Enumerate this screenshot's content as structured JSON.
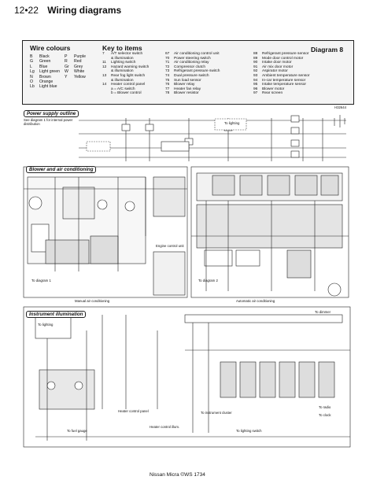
{
  "header": {
    "page_number": "12•22",
    "title": "Wiring diagrams"
  },
  "wire_colours": {
    "title": "Wire colours",
    "left": [
      {
        "code": "B",
        "name": "Black"
      },
      {
        "code": "G",
        "name": "Green"
      },
      {
        "code": "L",
        "name": "Blue"
      },
      {
        "code": "Lg",
        "name": "Light green"
      },
      {
        "code": "N",
        "name": "Brown"
      },
      {
        "code": "O",
        "name": "Orange"
      },
      {
        "code": "Lb",
        "name": "Light blue"
      }
    ],
    "right": [
      {
        "code": "P",
        "name": "Purple"
      },
      {
        "code": "R",
        "name": "Red"
      },
      {
        "code": "Gr",
        "name": "Grey"
      },
      {
        "code": "W",
        "name": "White"
      },
      {
        "code": "Y",
        "name": "Yellow"
      }
    ]
  },
  "key": {
    "title": "Key to items",
    "diagram_label": "Diagram 8",
    "col1": [
      {
        "n": "7",
        "t": "A/T selector switch"
      },
      {
        "n": "",
        "t": "& illumination"
      },
      {
        "n": "11",
        "t": "Lighting switch"
      },
      {
        "n": "12",
        "t": "Hazard warning switch"
      },
      {
        "n": "",
        "t": "& illumination"
      },
      {
        "n": "13",
        "t": "Rear fog light switch"
      },
      {
        "n": "",
        "t": "& illumination"
      },
      {
        "n": "14",
        "t": "Heater control panel"
      },
      {
        "n": "",
        "t": "a = A/C switch"
      },
      {
        "n": "",
        "t": "b = Blower control"
      }
    ],
    "col2": [
      {
        "n": "67",
        "t": "Air conditioning control unit"
      },
      {
        "n": "70",
        "t": "Power steering switch"
      },
      {
        "n": "71",
        "t": "Air conditioning relay"
      },
      {
        "n": "72",
        "t": "Compressor clutch"
      },
      {
        "n": "73",
        "t": "Refrigerant pressure switch"
      },
      {
        "n": "74",
        "t": "Dual pressure switch"
      },
      {
        "n": "75",
        "t": "Sun load sensor"
      },
      {
        "n": "76",
        "t": "Blower relay"
      },
      {
        "n": "77",
        "t": "Heater fan relay"
      },
      {
        "n": "78",
        "t": "Blower resistor"
      }
    ],
    "col3": [
      {
        "n": "88",
        "t": "Refrigerant pressure sensor"
      },
      {
        "n": "89",
        "t": "Mode door control motor"
      },
      {
        "n": "90",
        "t": "Intake door motor"
      },
      {
        "n": "91",
        "t": "Air mix door motor"
      },
      {
        "n": "92",
        "t": "Aspirator motor"
      },
      {
        "n": "93",
        "t": "Ambient temperature sensor"
      },
      {
        "n": "94",
        "t": "In-car temperature sensor"
      },
      {
        "n": "95",
        "t": "Intake temperature sensor"
      },
      {
        "n": "96",
        "t": "Blower motor"
      },
      {
        "n": "97",
        "t": "Rear screen"
      }
    ],
    "ref_note": "H32644"
  },
  "sections": {
    "power_supply": "Power supply outline",
    "blower_ac": "Blower and air conditioning",
    "instrument": "Instrument illumination"
  },
  "notes": {
    "see_diagram": "See diagram 1 for internal power distribution",
    "lighting_ref": "To lighting",
    "blower_foot_left": "Manual air conditioning",
    "blower_foot_right": "Automatic air conditioning",
    "engine_control_unit": "Engine control unit",
    "to_diagram_1": "To diagram 1",
    "to_diagram_2": "To diagram 2",
    "to_lighting": "To lighting",
    "to_dimmer": "To dimmer",
    "to_ac_heater": "Heater control panel",
    "to_heater_panel": "Heater control illum.",
    "to_fuel": "To fuel gauge",
    "to_cluster": "To instrument cluster",
    "to_radio": "To radio",
    "to_clock": "To clock",
    "to_lighting_sw": "To lighting switch"
  },
  "footer": {
    "text": "Nissan Micra   ©WS 1734"
  }
}
